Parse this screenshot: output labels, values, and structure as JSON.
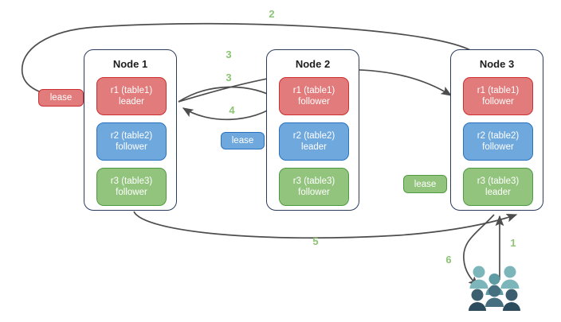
{
  "diagram": {
    "title": "distributed-range-lease-flow",
    "colors": {
      "red_fill": "#e27b7b",
      "red_border": "#cc2f2f",
      "blue_fill": "#6fa8dc",
      "blue_border": "#2a72bd",
      "green_fill": "#93c47d",
      "green_border": "#4e9a41",
      "node_border": "#2a3b5c",
      "arrow": "#4d4d4d",
      "step_label": "#8cc474",
      "users_light": "#7cb6bb",
      "users_mid": "#5f9ba2",
      "users_dark": "#46707f",
      "users_darkest": "#2d4d5e"
    },
    "nodes": [
      {
        "title": "Node 1",
        "ranges": [
          {
            "id": "r1",
            "table": "r1 (table1)",
            "role": "leader",
            "color": "red"
          },
          {
            "id": "r2",
            "table": "r2 (table2)",
            "role": "follower",
            "color": "blue"
          },
          {
            "id": "r3",
            "table": "r3 (table3)",
            "role": "follower",
            "color": "green"
          }
        ]
      },
      {
        "title": "Node 2",
        "ranges": [
          {
            "id": "r1",
            "table": "r1 (table1)",
            "role": "follower",
            "color": "red"
          },
          {
            "id": "r2",
            "table": "r2 (table2)",
            "role": "leader",
            "color": "blue"
          },
          {
            "id": "r3",
            "table": "r3 (table3)",
            "role": "follower",
            "color": "green"
          }
        ]
      },
      {
        "title": "Node 3",
        "ranges": [
          {
            "id": "r1",
            "table": "r1 (table1)",
            "role": "follower",
            "color": "red"
          },
          {
            "id": "r2",
            "table": "r2 (table2)",
            "role": "follower",
            "color": "blue"
          },
          {
            "id": "r3",
            "table": "r3 (table3)",
            "role": "leader",
            "color": "green"
          }
        ]
      }
    ],
    "leases": [
      {
        "label": "lease",
        "color": "red"
      },
      {
        "label": "lease",
        "color": "blue"
      },
      {
        "label": "lease",
        "color": "green"
      }
    ],
    "steps": [
      {
        "label": "1"
      },
      {
        "label": "2"
      },
      {
        "label": "3"
      },
      {
        "label": "3"
      },
      {
        "label": "4"
      },
      {
        "label": "5"
      },
      {
        "label": "6"
      }
    ],
    "client": {
      "icon": "users-icon"
    }
  }
}
